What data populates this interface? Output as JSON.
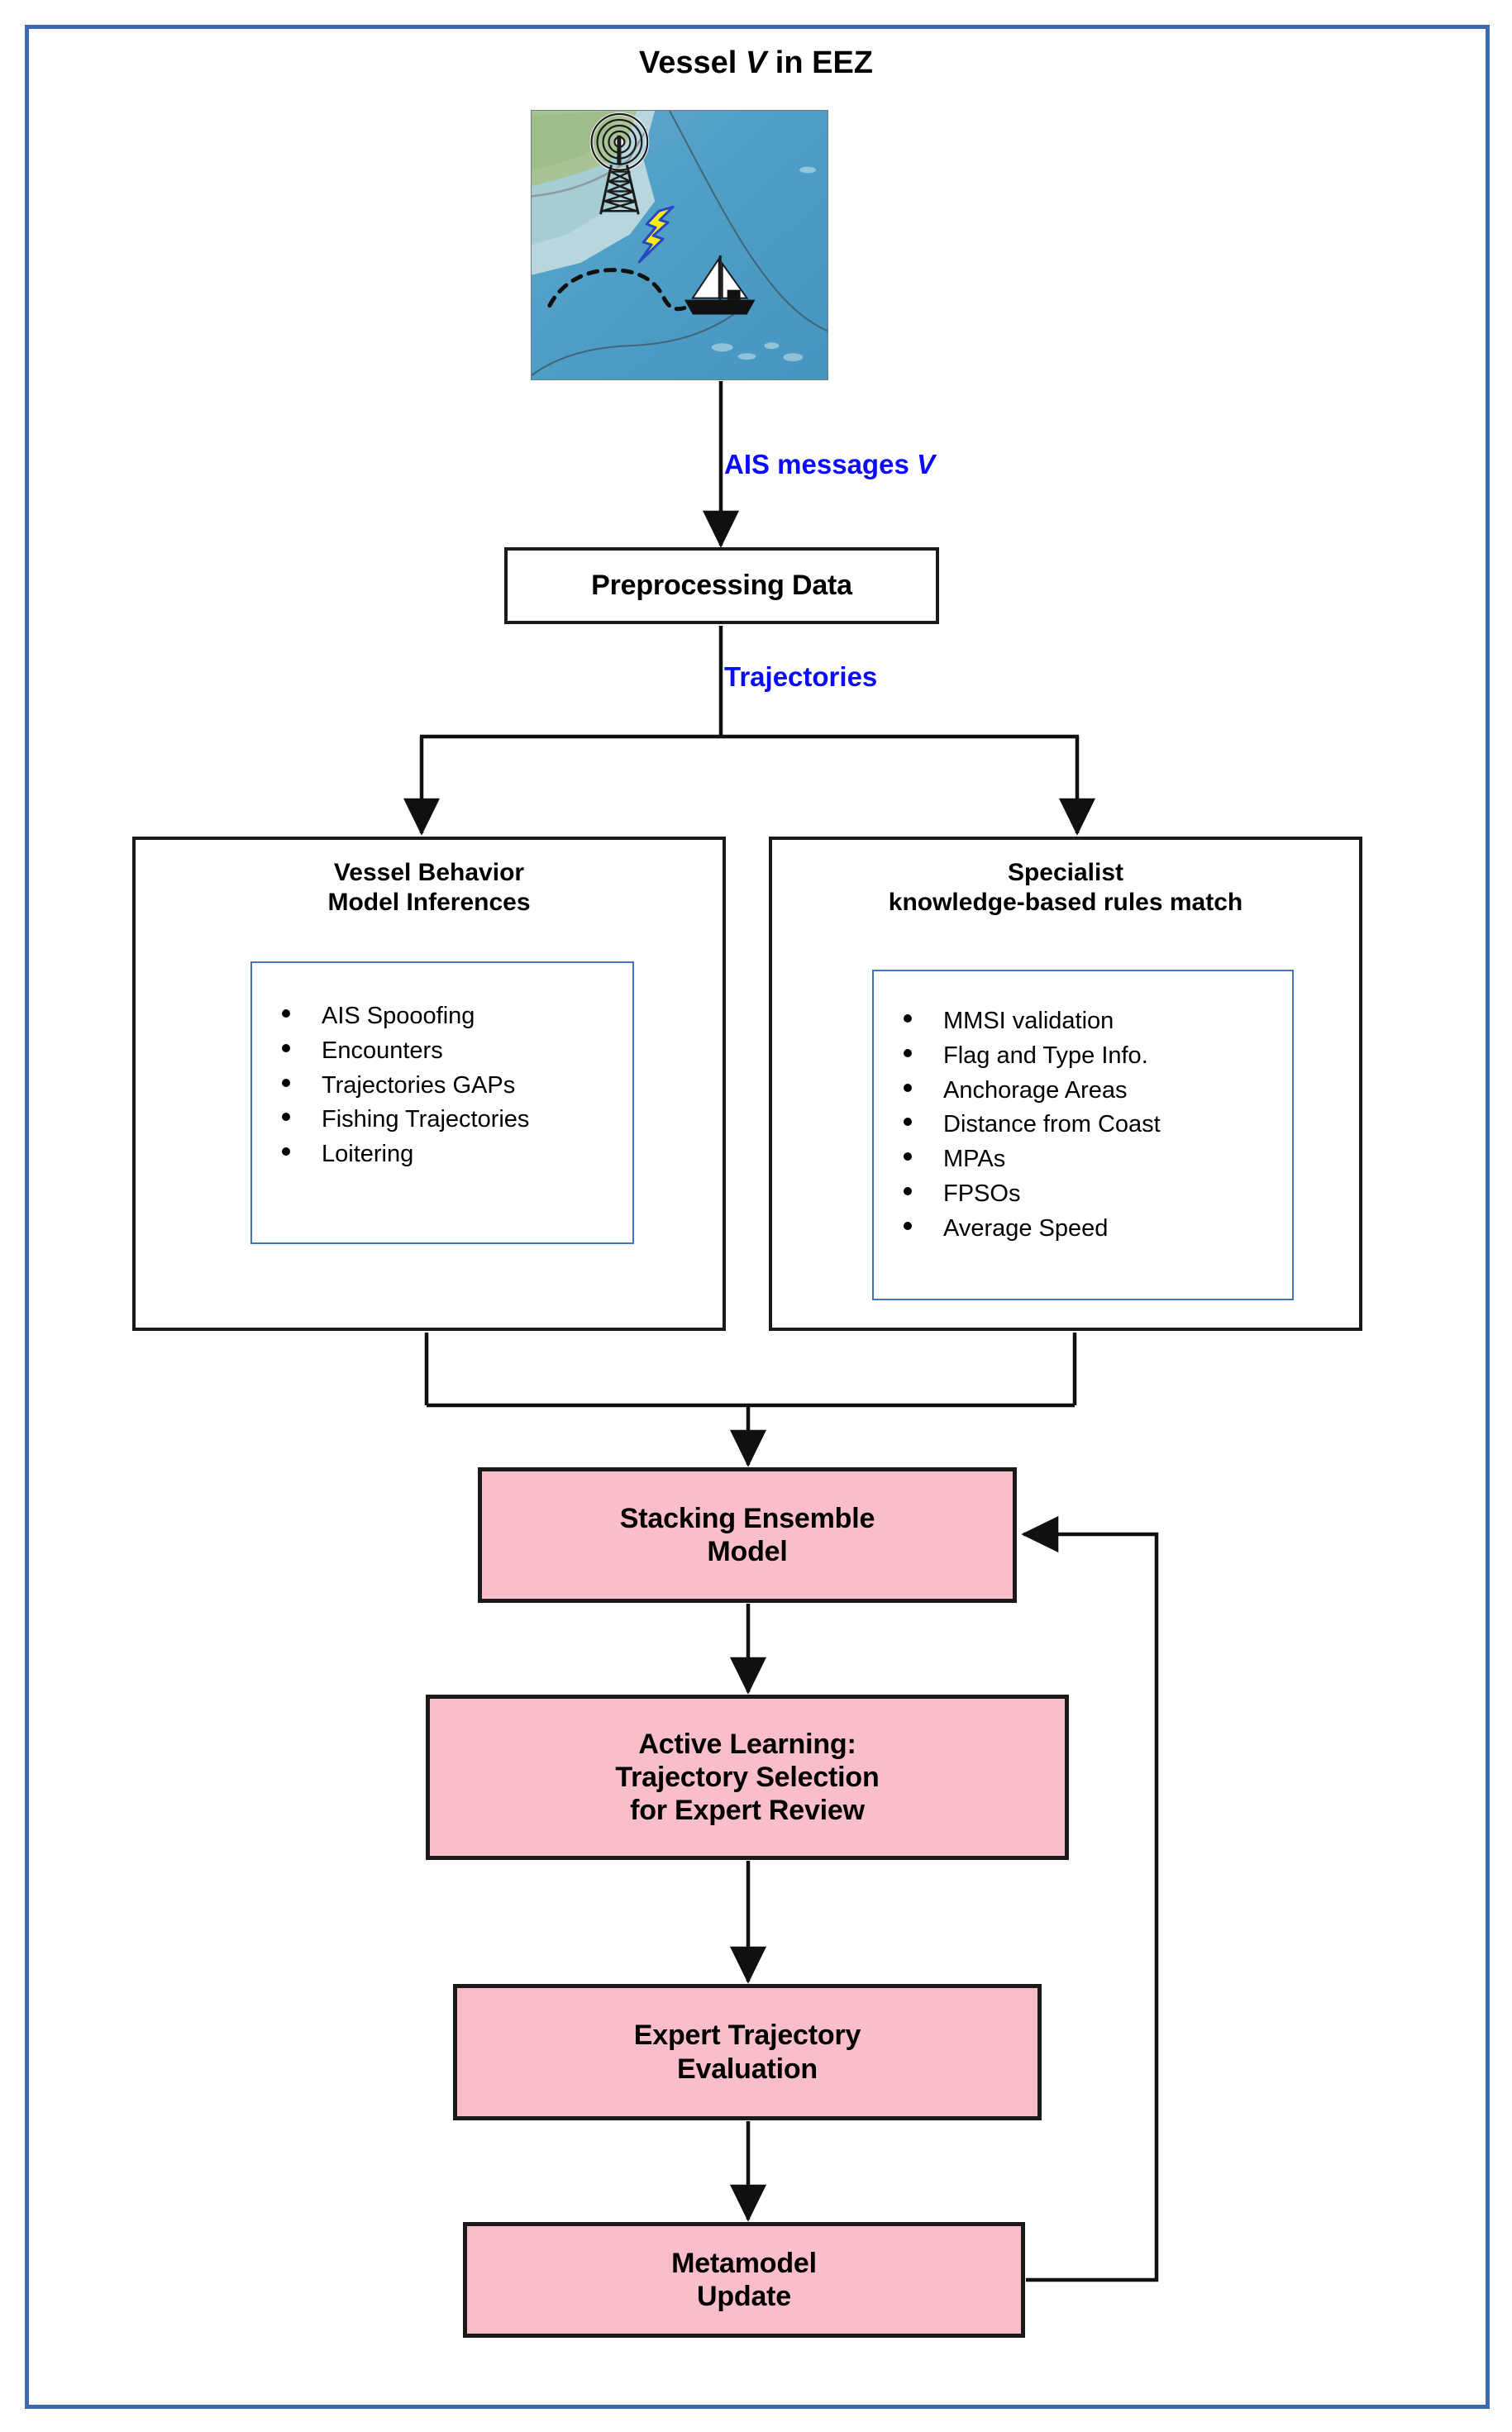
{
  "figure": {
    "title_prefix": "Vessel ",
    "title_italic": "V",
    "title_suffix": " in EEZ",
    "frame_color": "#3a6ab0",
    "pink_fill": "#f9bec9",
    "panel_border": "#4472c4",
    "edge_label_color": "#0000ff"
  },
  "map": {
    "alt": "coastal map with AIS base station tower, signal bolt and vessel",
    "icons": [
      "radio-tower-icon",
      "lightning-bolt-icon",
      "sailing-vessel-icon",
      "dashed-track-icon"
    ]
  },
  "edges": {
    "ais_messages_prefix": "AIS messages ",
    "ais_messages_italic": "V",
    "trajectories": "Trajectories"
  },
  "nodes": {
    "preprocessing": "Preprocessing Data",
    "vessel_behavior": {
      "title_line1": "Vessel Behavior",
      "title_line2": "Model Inferences",
      "items": [
        "AIS Spooofing",
        "Encounters",
        "Trajectories GAPs",
        "Fishing Trajectories",
        "Loitering"
      ]
    },
    "specialist_rules": {
      "title_line1": "Specialist",
      "title_line2": "knowledge-based rules match",
      "items": [
        "MMSI validation",
        "Flag and Type Info.",
        "Anchorage Areas",
        "Distance from Coast",
        "MPAs",
        "FPSOs",
        "Average Speed"
      ]
    },
    "stacking": {
      "line1": "Stacking Ensemble",
      "line2": "Model"
    },
    "active_learning": {
      "line1": "Active Learning:",
      "line2": "Trajectory Selection",
      "line3": "for Expert Review"
    },
    "expert_evaluation": {
      "line1": "Expert Trajectory",
      "line2": "Evaluation"
    },
    "metamodel": {
      "line1": "Metamodel",
      "line2": "Update"
    }
  }
}
